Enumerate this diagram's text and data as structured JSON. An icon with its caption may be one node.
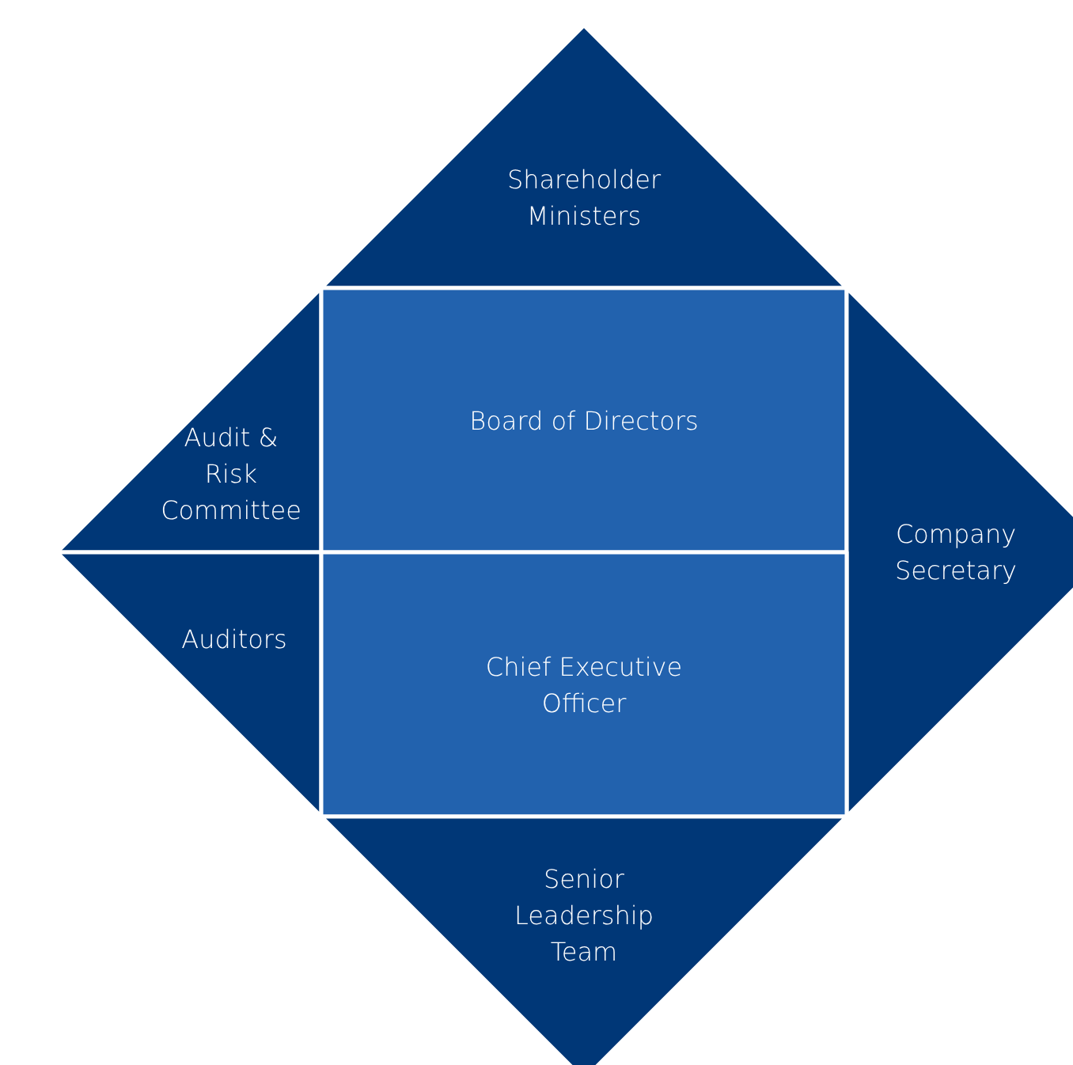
{
  "diagram": {
    "nodes": [
      {
        "text": [
          "Shareholder Ministers"
        ]
      },
      {
        "text": [
          "Audit & Risk Committee"
        ]
      },
      {
        "text": [
          "Board of Directors"
        ]
      },
      {
        "text": [
          "Company Secretary"
        ]
      },
      {
        "text": [
          "Auditors"
        ]
      },
      {
        "text": [
          "Chief Executive Officer"
        ]
      },
      {
        "text": [
          "Senior Leadership Team"
        ]
      }
    ]
  }
}
